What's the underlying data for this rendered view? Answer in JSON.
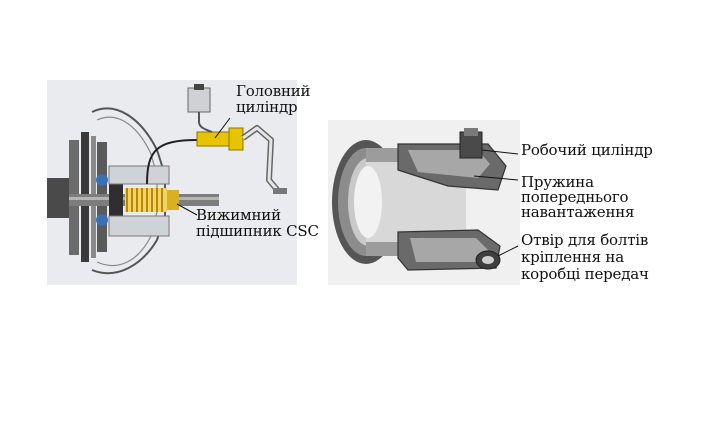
{
  "labels": {
    "master_cylinder": [
      "Головний",
      "циліндр"
    ],
    "release_bearing": [
      "Вижимний",
      "підшипник CSC"
    ],
    "slave_cylinder": [
      "Робочий циліндр"
    ],
    "preload_spring": [
      "Пружина",
      "попереднього",
      "навантаження"
    ],
    "bolt_holes": [
      "Отвір для болтів",
      "кріплення на",
      "коробці передач"
    ]
  },
  "colors": {
    "hydraulic_line": "#e8c400",
    "spring": "#d4a000",
    "metal_dark": "#3a3a3a",
    "metal_light": "#bdbdbd"
  }
}
